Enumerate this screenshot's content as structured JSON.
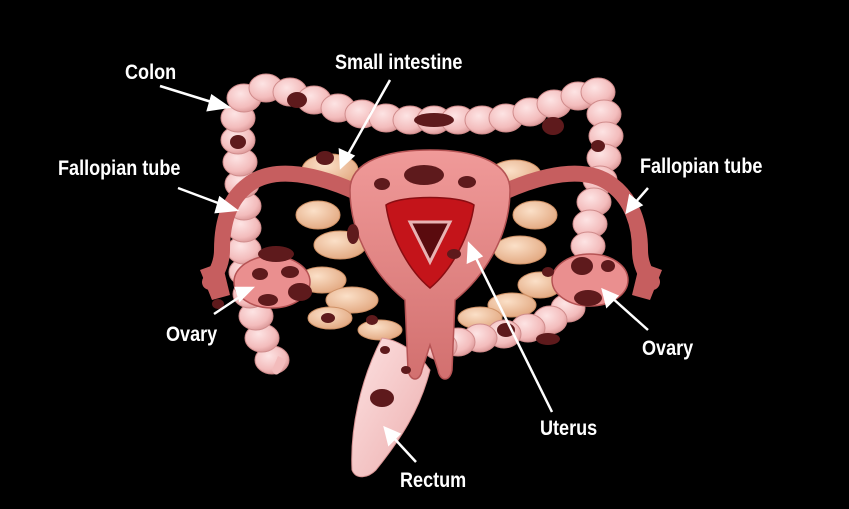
{
  "labels": {
    "colon": "Colon",
    "small_intestine": "Small intestine",
    "fallopian_left": "Fallopian tube",
    "fallopian_right": "Fallopian tube",
    "ovary_left": "Ovary",
    "ovary_right": "Ovary",
    "uterus": "Uterus",
    "rectum": "Rectum"
  },
  "colors": {
    "background": "#000000",
    "colon": "#f6c9c9",
    "colon_shade": "#e29f9f",
    "small_intestine": "#f2c6a3",
    "uterus": "#e58a8a",
    "uterus_dark": "#c85f60",
    "lesion": "#5e1a1c",
    "cavity": "#c4141a",
    "label_text": "#ffffff"
  }
}
